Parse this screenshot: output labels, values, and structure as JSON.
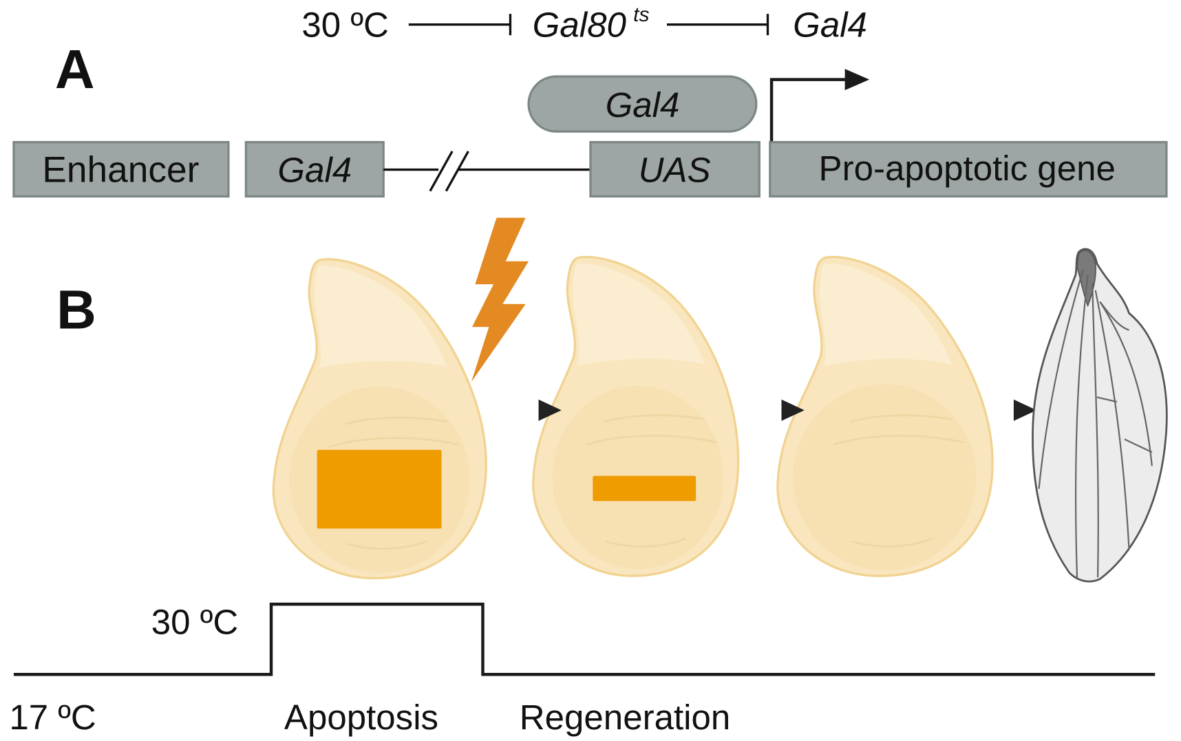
{
  "figure": {
    "panel_labels": {
      "a": "A",
      "b": "B"
    },
    "regulation": {
      "temperature": "30 ºC",
      "repressor": "Gal80",
      "repressor_superscript": "ts",
      "target": "Gal4"
    },
    "construct": {
      "bound_factor": "Gal4",
      "enhancer": "Enhancer",
      "driver": "Gal4",
      "uas": "UAS",
      "effector": "Pro-apoptotic gene"
    },
    "temperature_profile": {
      "high_label": "30 ºC",
      "low_label": "17 ºC",
      "phases": [
        "Apoptosis",
        "Regeneration"
      ]
    },
    "icons": [
      "lightning-icon",
      "wing-disc-icon",
      "adult-wing-icon",
      "arrow-right-icon"
    ],
    "colors": {
      "gene_box": "#9ea6a5",
      "ablation_zone": "#ef9c00",
      "lightning": "#e38a23",
      "wing_disc": "#f9e6bf"
    }
  }
}
